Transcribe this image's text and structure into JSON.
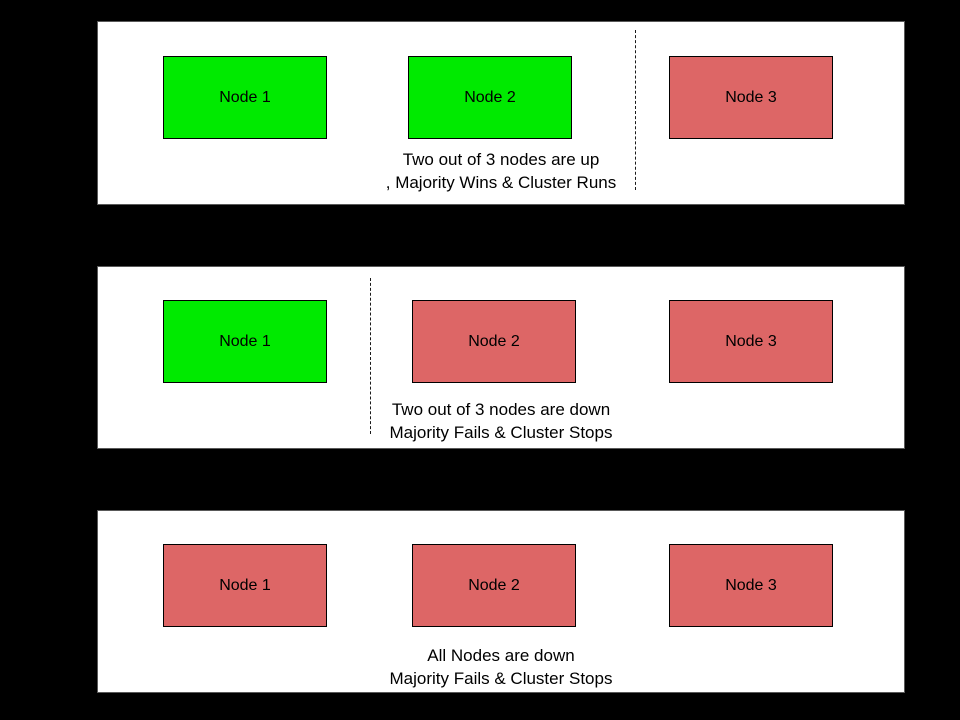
{
  "colors": {
    "up": "#00ea00",
    "down": "#dd6666",
    "node_border": "#000000",
    "panel_background": "#ffffff",
    "page_background": "#000000"
  },
  "panels": [
    {
      "name": "two-nodes-up",
      "nodes": [
        {
          "label": "Node 1",
          "status": "up"
        },
        {
          "label": "Node 2",
          "status": "up"
        },
        {
          "label": "Node 3",
          "status": "down"
        }
      ],
      "caption_line1": "Two out of 3 nodes are up",
      "caption_line2": ", Majority Wins & Cluster Runs",
      "divider": true
    },
    {
      "name": "two-nodes-down",
      "nodes": [
        {
          "label": "Node 1",
          "status": "up"
        },
        {
          "label": "Node 2",
          "status": "down"
        },
        {
          "label": "Node 3",
          "status": "down"
        }
      ],
      "caption_line1": "Two out of 3 nodes are down",
      "caption_line2": "Majority Fails & Cluster Stops",
      "divider": true
    },
    {
      "name": "all-nodes-down",
      "nodes": [
        {
          "label": "Node 1",
          "status": "down"
        },
        {
          "label": "Node 2",
          "status": "down"
        },
        {
          "label": "Node 3",
          "status": "down"
        }
      ],
      "caption_line1": "All Nodes are down",
      "caption_line2": "Majority Fails & Cluster Stops",
      "divider": false
    }
  ]
}
